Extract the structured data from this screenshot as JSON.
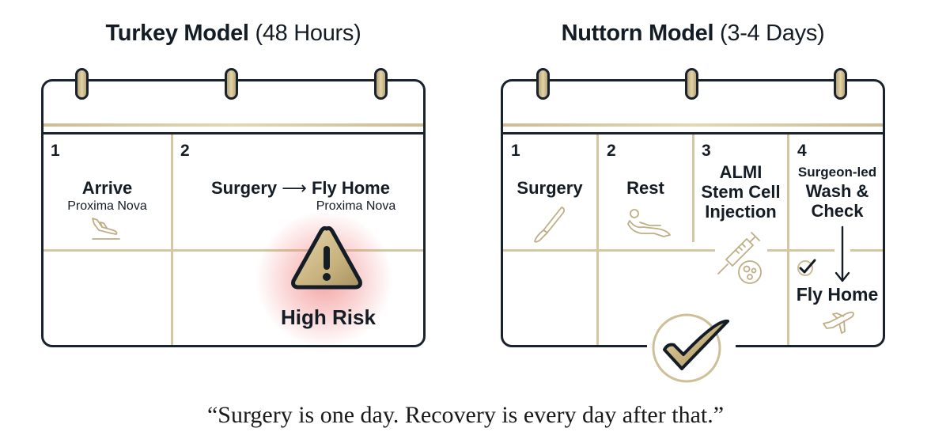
{
  "left": {
    "title_bold": "Turkey Model",
    "title_sub": "(48 Hours)",
    "days": [
      {
        "num": "1",
        "label": "Arrive",
        "sub": "Proxima Nova",
        "icon": "airplane-landing-icon"
      },
      {
        "num": "2",
        "label_a": "Surgery",
        "arrow": "⟶",
        "label_b": "Fly Home",
        "sub": "Proxima Nova"
      }
    ],
    "warning": {
      "icon": "warning-triangle-icon",
      "label": "High Risk"
    }
  },
  "right": {
    "title_bold": "Nuttorn Model",
    "title_sub": "(3-4 Days)",
    "days": [
      {
        "num": "1",
        "label": "Surgery",
        "icon": "scalpel-icon"
      },
      {
        "num": "2",
        "label": "Rest",
        "icon": "reclining-person-icon"
      },
      {
        "num": "3",
        "label_lines": [
          "ALMI",
          "Stem Cell",
          "Injection"
        ],
        "icon": "syringe-cells-icon"
      },
      {
        "num": "4",
        "label_lines": [
          "Surgeon-led",
          "Wash &",
          "Check"
        ],
        "next": "Fly Home",
        "icon": "airplane-icon"
      }
    ],
    "badge": {
      "icon": "checkmark-badge-icon"
    }
  },
  "quote": "“Surgery is one day. Recovery is every day after that.”",
  "colors": {
    "ink": "#1a222c",
    "gold": "#d4c7a2",
    "gold_dark": "#b9a57a",
    "risk_glow": "#eb5a5a"
  }
}
